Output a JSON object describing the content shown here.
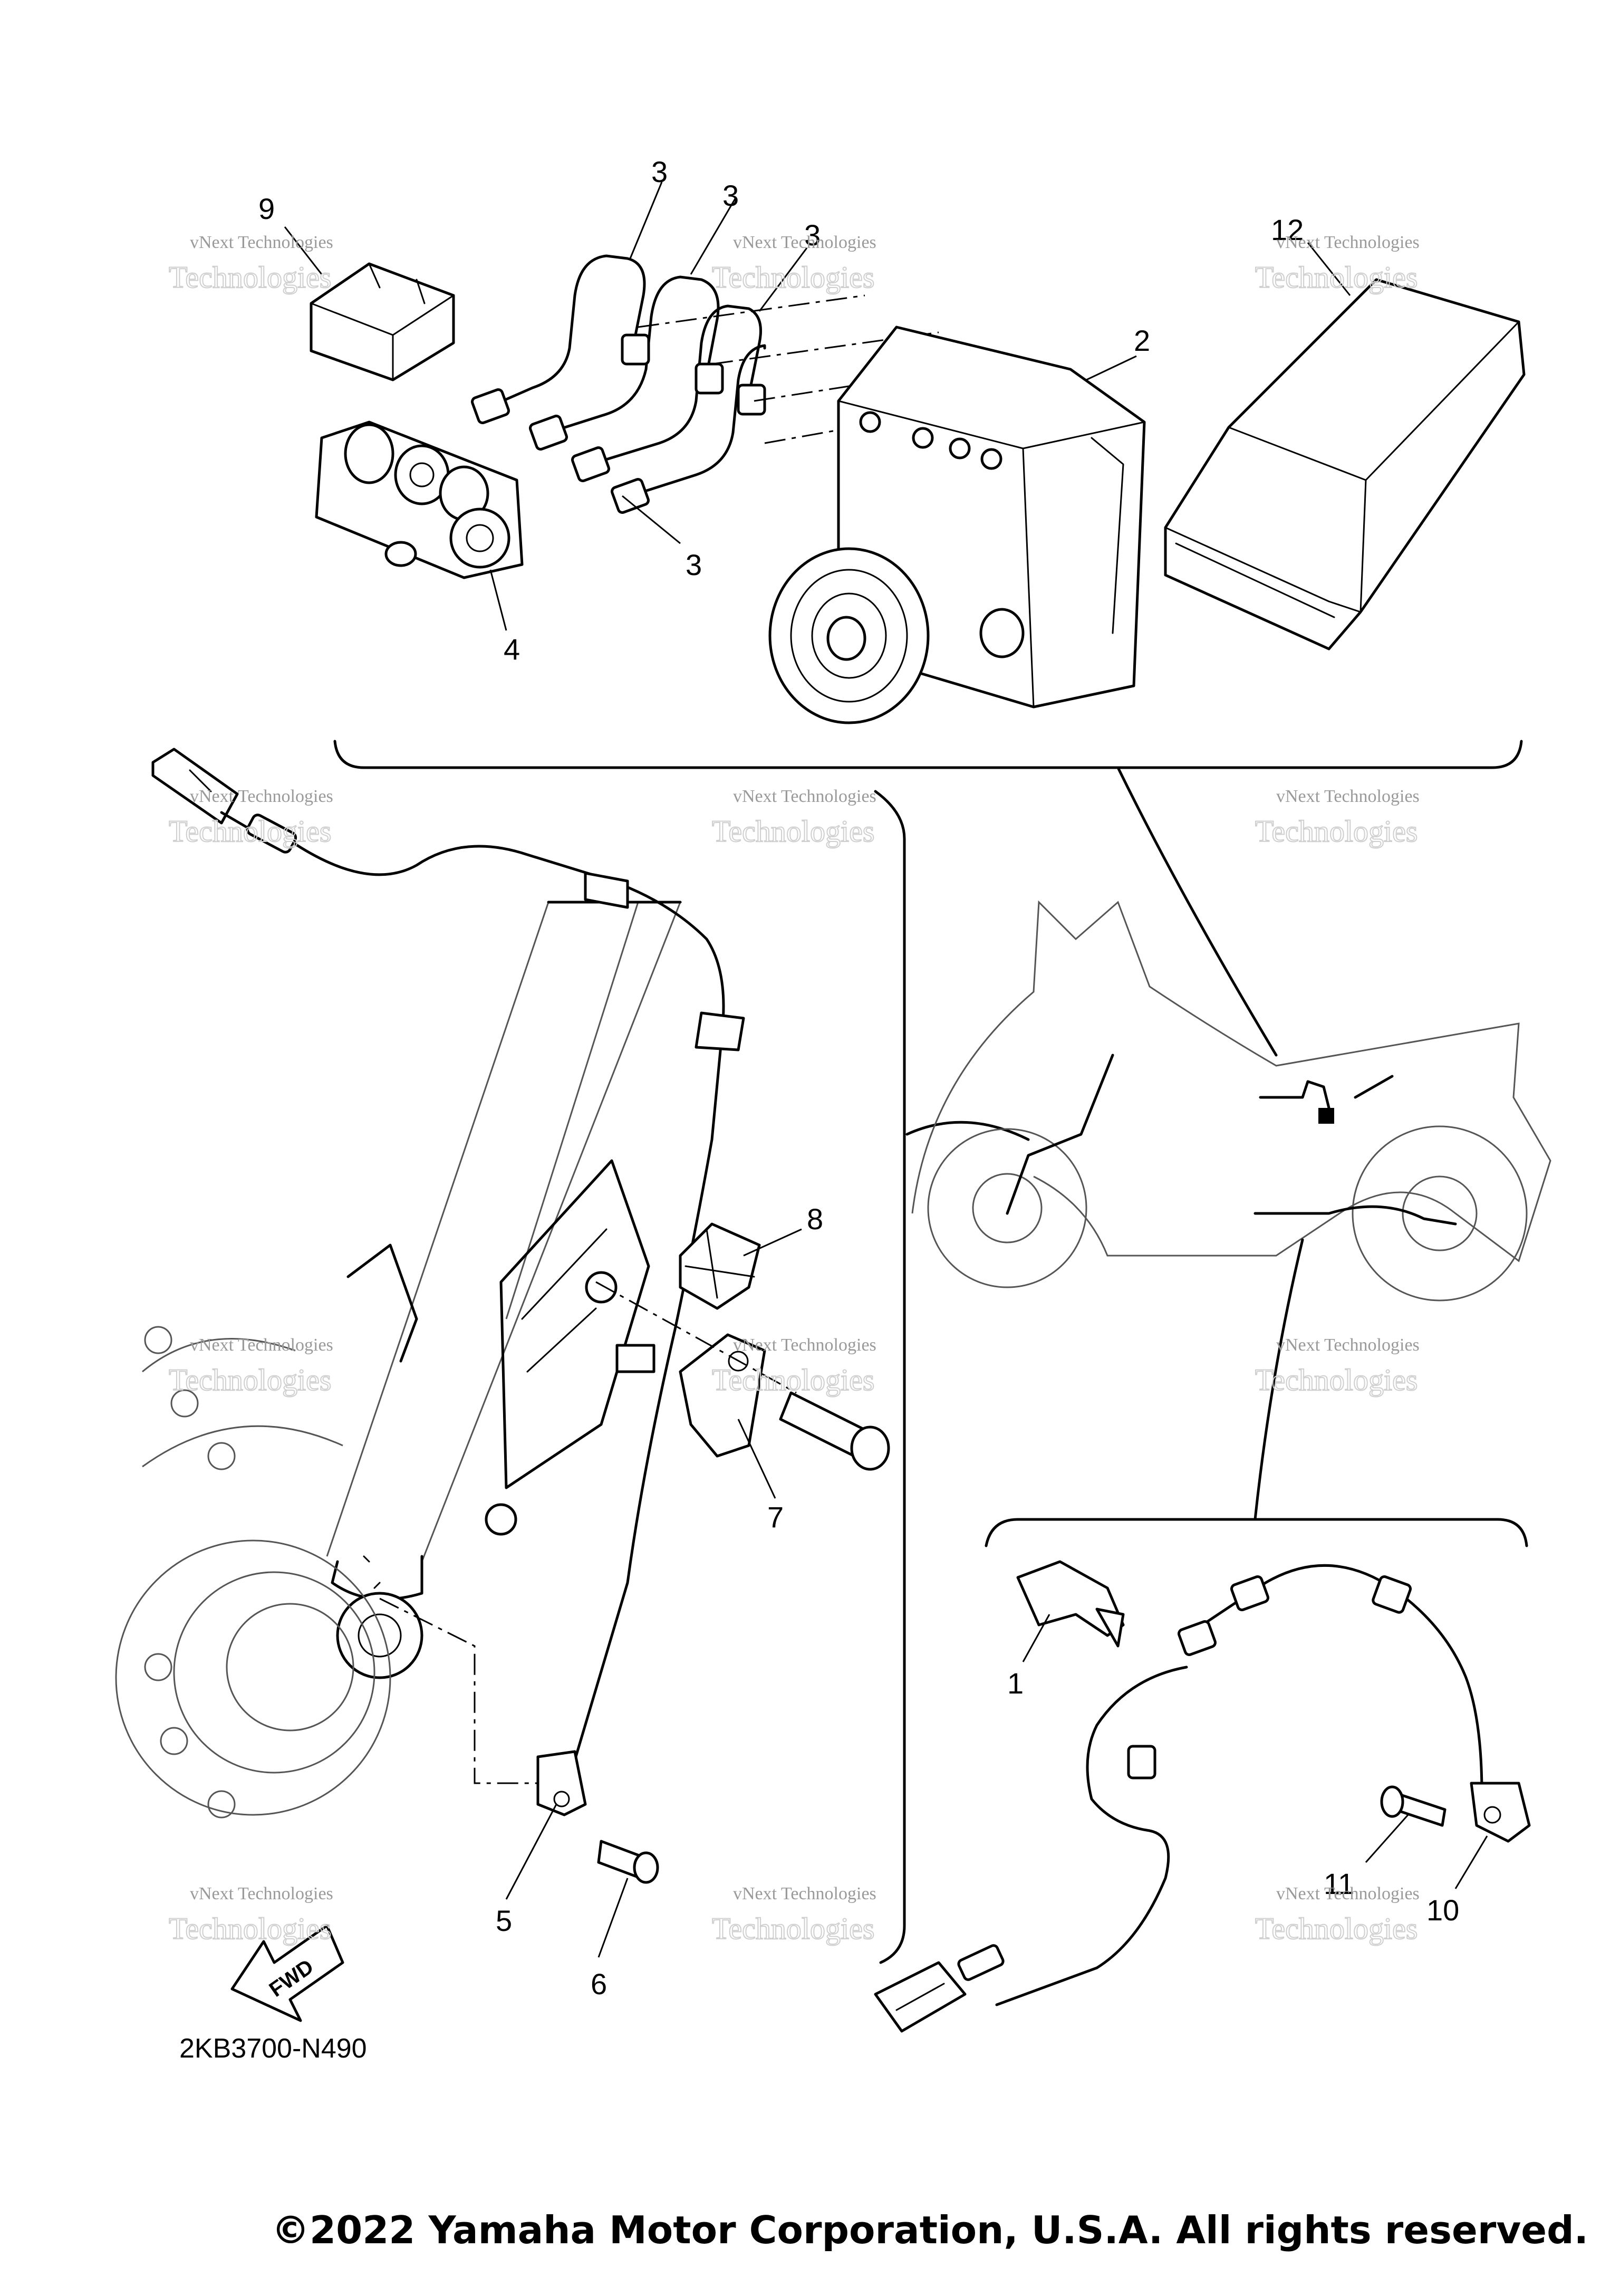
{
  "diagram": {
    "callouts": [
      {
        "id": "c1",
        "label": "1"
      },
      {
        "id": "c2",
        "label": "2"
      },
      {
        "id": "c3a",
        "label": "3"
      },
      {
        "id": "c3b",
        "label": "3"
      },
      {
        "id": "c3c",
        "label": "3"
      },
      {
        "id": "c3d",
        "label": "3"
      },
      {
        "id": "c4",
        "label": "4"
      },
      {
        "id": "c5",
        "label": "5"
      },
      {
        "id": "c6",
        "label": "6"
      },
      {
        "id": "c7",
        "label": "7"
      },
      {
        "id": "c8",
        "label": "8"
      },
      {
        "id": "c9",
        "label": "9"
      },
      {
        "id": "c10",
        "label": "10"
      },
      {
        "id": "c11",
        "label": "11"
      },
      {
        "id": "c12",
        "label": "12"
      }
    ],
    "part_code": "2KB3700-N490",
    "fwd_label": "FWD"
  },
  "watermark": {
    "line1": "vNext Technologies",
    "line2": "Technologies",
    "prefix": "vNext"
  },
  "footer": {
    "copyright": "©2022 Yamaha Motor Corporation, U.S.A. All rights reserved."
  }
}
